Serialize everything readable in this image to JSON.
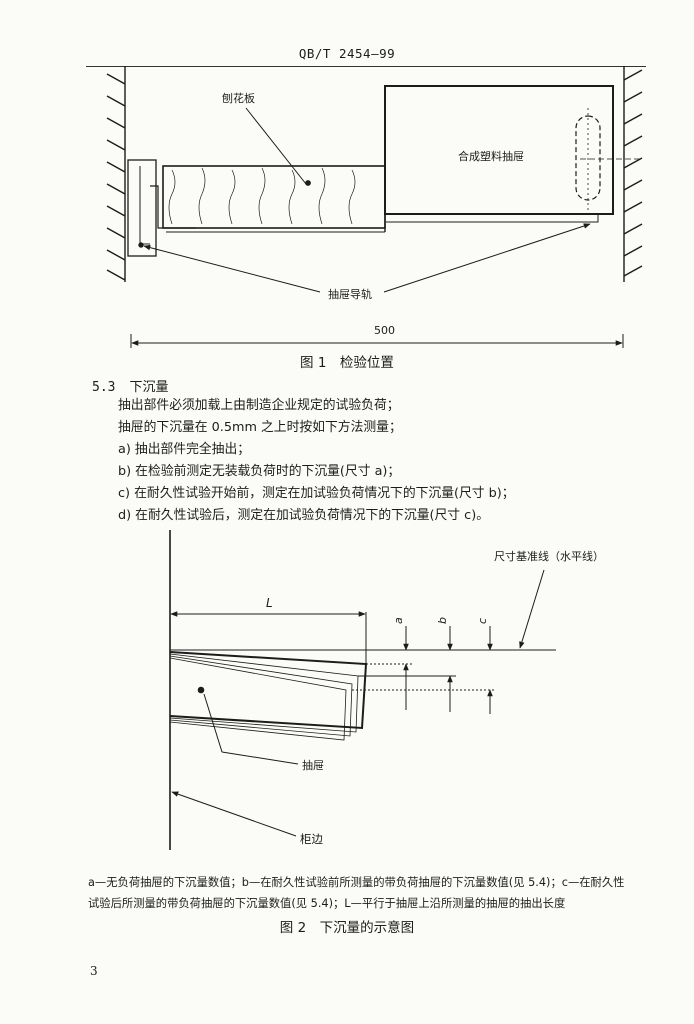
{
  "header": {
    "standard_code": "QB/T 2454—99"
  },
  "figure1": {
    "label_particleboard": "刨花板",
    "label_drawer": "合成塑料抽屉",
    "label_rail": "抽屉导轨",
    "dimension": "500",
    "caption": "图 1　检验位置"
  },
  "section": {
    "number": "5.3",
    "title": "下沉量",
    "paragraphs": [
      "抽出部件必须加载上由制造企业规定的试验负荷；",
      "抽屉的下沉量在 0.5mm 之上时按如下方法测量；",
      "a) 抽出部件完全抽出；",
      "b) 在检验前测定无装载负荷时的下沉量(尺寸 a)；",
      "c) 在耐久性试验开始前，测定在加试验负荷情况下的下沉量(尺寸 b)；",
      "d) 在耐久性试验后，测定在加试验负荷情况下的下沉量(尺寸 c)。"
    ]
  },
  "figure2": {
    "label_reference_line": "尺寸基准线（水平线）",
    "label_L": "L",
    "label_a": "a",
    "label_b": "b",
    "label_c": "c",
    "label_drawer": "抽屉",
    "label_cabinet_edge": "柜边",
    "legend_line1": "a—无负荷抽屉的下沉量数值；b—在耐久性试验前所测量的带负荷抽屉的下沉量数值(见 5.4)；c—在耐久性",
    "legend_line2": "试验后所测量的带负荷抽屉的下沉量数值(见 5.4)；L—平行于抽屉上沿所测量的抽屉的抽出长度",
    "caption": "图 2　下沉量的示意图"
  },
  "page_number": "3"
}
